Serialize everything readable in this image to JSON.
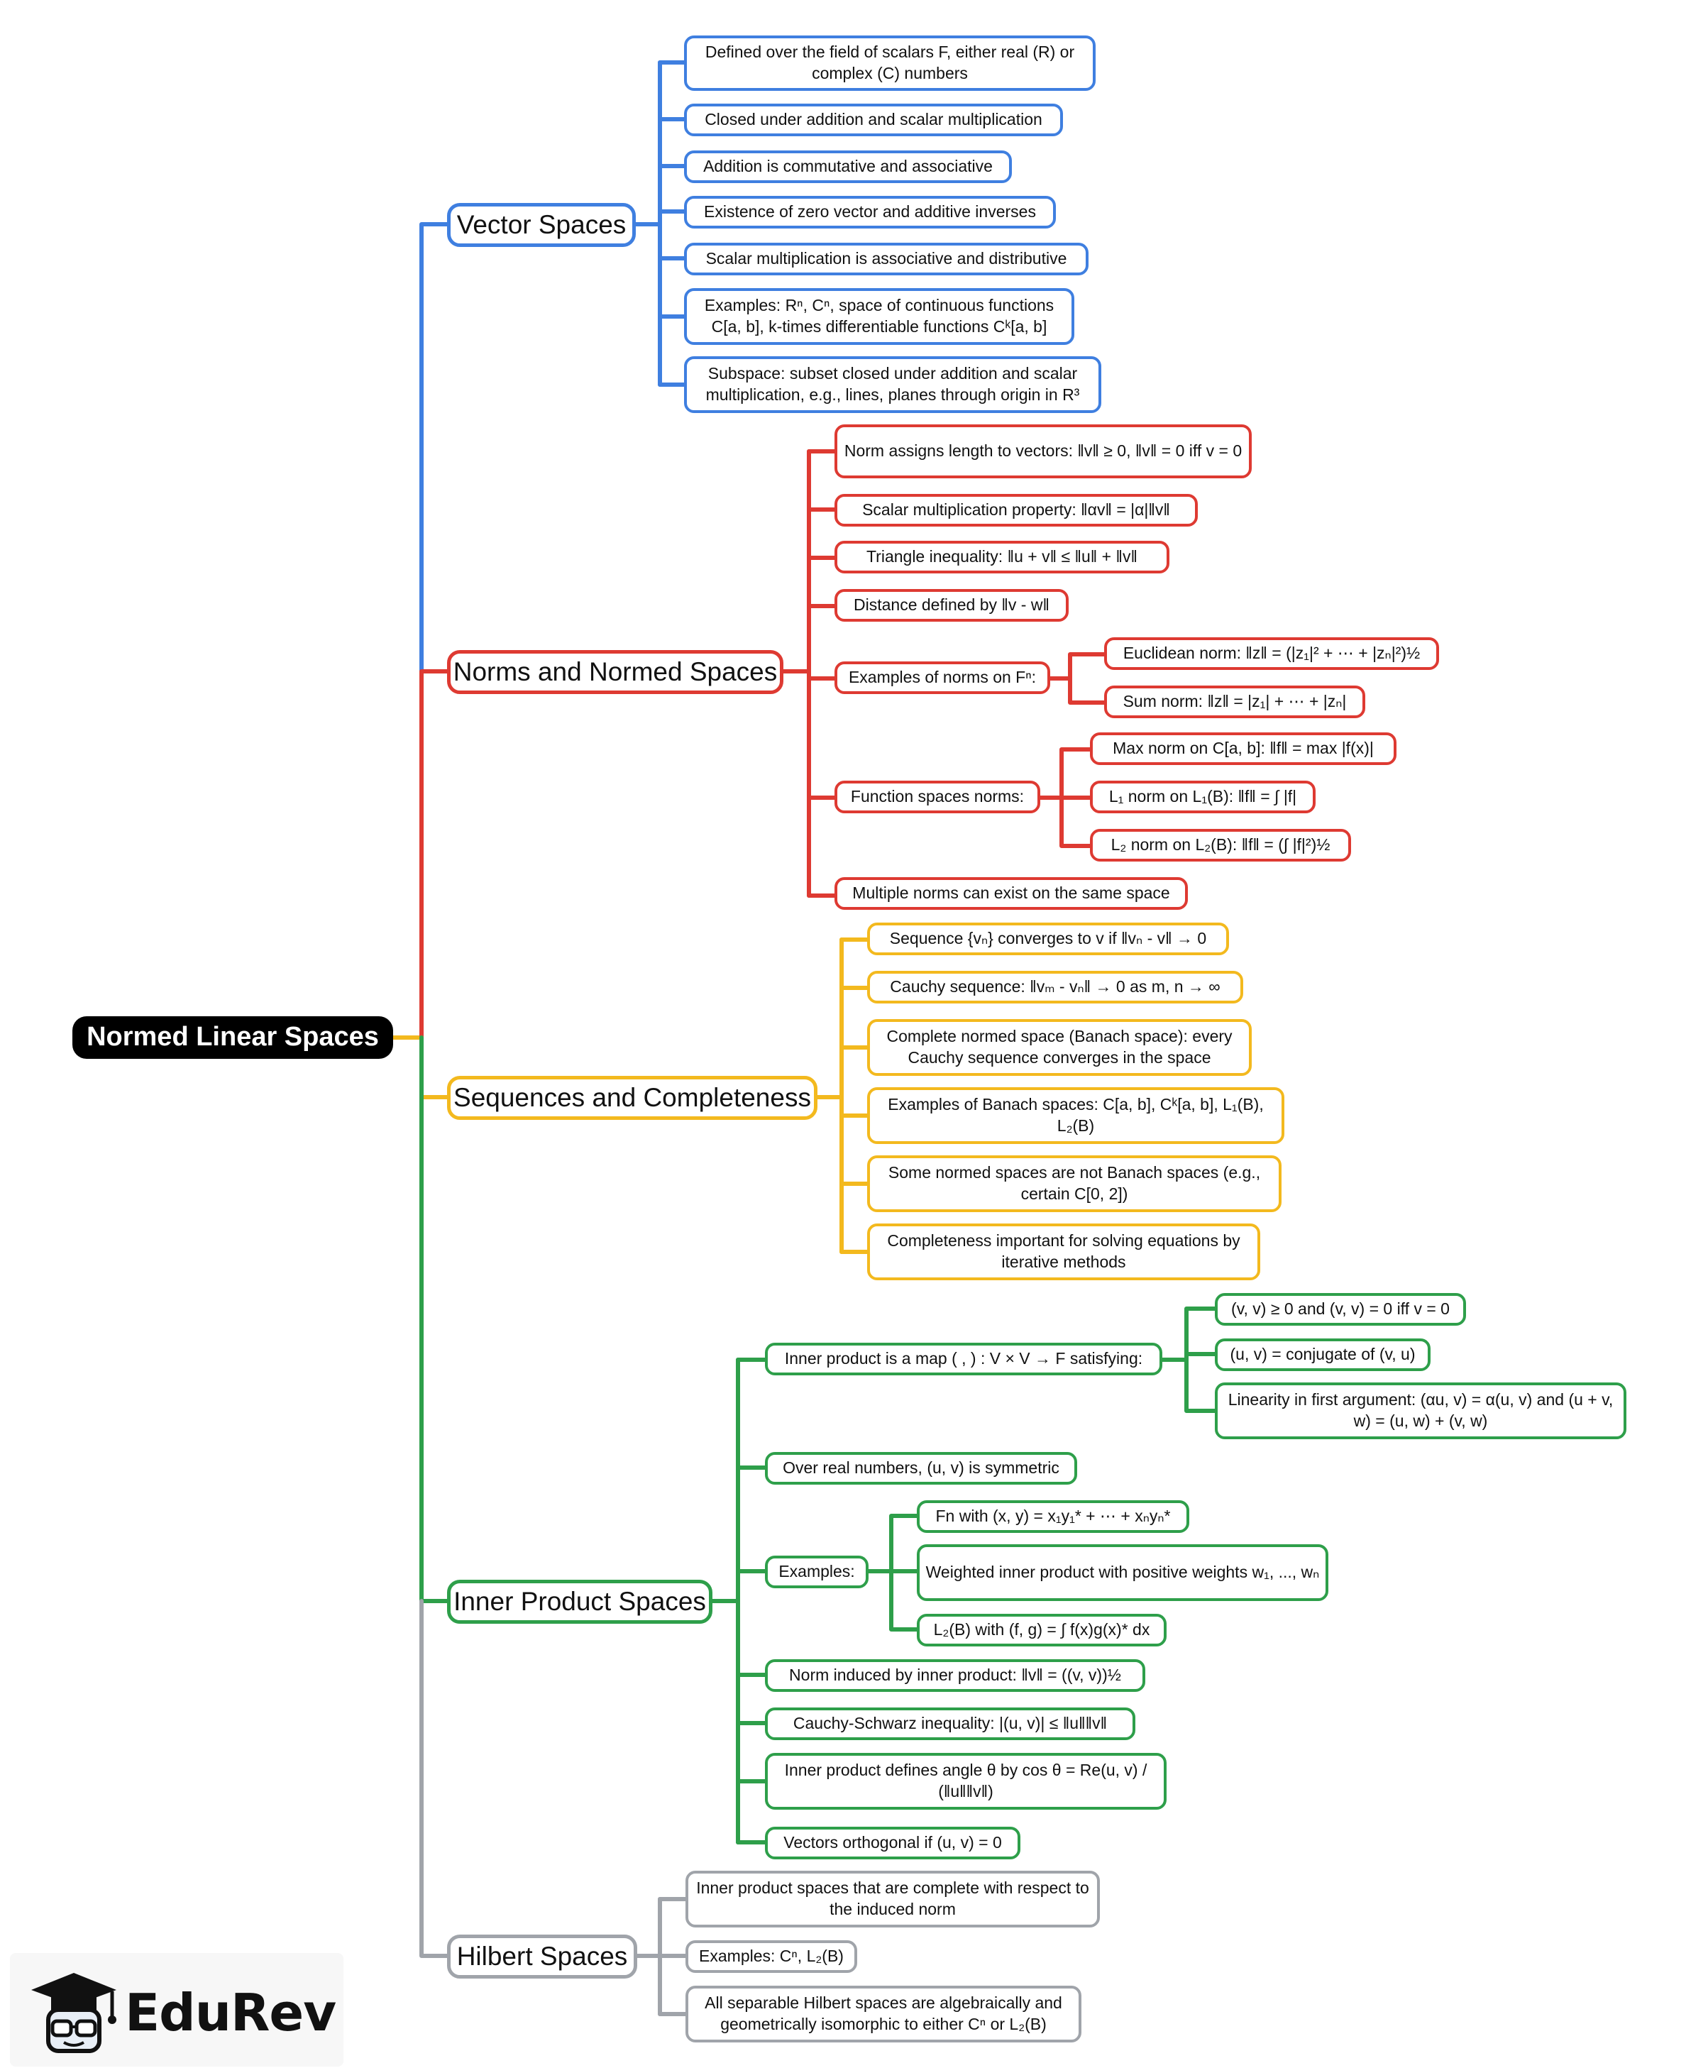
{
  "colors": {
    "blue": "#3f7fe0",
    "red": "#de3a32",
    "yellow": "#f3b91e",
    "green": "#2e9f4a",
    "gray": "#a0a4aa",
    "root_bg": "#000000"
  },
  "root": "Normed Linear Spaces",
  "branches": {
    "vector": {
      "title": "Vector Spaces",
      "items": [
        "Defined over the field of scalars F, either real (R) or complex (C) numbers",
        "Closed under addition and scalar multiplication",
        "Addition is commutative and associative",
        "Existence of zero vector and additive inverses",
        "Scalar multiplication is associative and distributive",
        "Examples: Rⁿ, Cⁿ, space of continuous functions C[a, b], k-times differentiable functions Cᵏ[a, b]",
        "Subspace: subset closed under addition and scalar multiplication, e.g., lines, planes through origin in R³"
      ]
    },
    "norms": {
      "title": "Norms and Normed Spaces",
      "items": [
        "Norm assigns length to vectors: ‖v‖ ≥ 0, ‖v‖ = 0 iff v = 0",
        "Scalar multiplication property: ‖αv‖ = |α|‖v‖",
        "Triangle inequality: ‖u + v‖ ≤ ‖u‖ + ‖v‖",
        "Distance defined by ‖v - w‖",
        "Examples of norms on Fⁿ:",
        "Function spaces norms:",
        "Multiple norms can exist on the same space"
      ],
      "fn_examples": [
        "Euclidean norm: ‖z‖ = (|z₁|² + ⋯ + |zₙ|²)½",
        "Sum norm: ‖z‖ = |z₁| + ⋯ + |zₙ|"
      ],
      "function_norms": [
        "Max norm on C[a, b]: ‖f‖ = max |f(x)|",
        "L₁ norm on L₁(B): ‖f‖ = ∫ |f|",
        "L₂ norm on L₂(B): ‖f‖ = (∫ |f|²)½"
      ]
    },
    "sequences": {
      "title": "Sequences and Completeness",
      "items": [
        "Sequence {vₙ} converges to v if ‖vₙ - v‖ → 0",
        "Cauchy sequence: ‖vₘ - vₙ‖ → 0 as m, n → ∞",
        "Complete normed space (Banach space): every Cauchy sequence converges in the space",
        "Examples of Banach spaces: C[a, b], Cᵏ[a, b], L₁(B), L₂(B)",
        "Some normed spaces are not Banach spaces (e.g., certain C[0, 2])",
        "Completeness important for solving equations by iterative methods"
      ]
    },
    "inner": {
      "title": "Inner Product Spaces",
      "items": [
        "Inner product is a map ( , ) : V × V → F satisfying:",
        "Over real numbers, (u, v) is symmetric",
        "Examples:",
        "Norm induced by inner product: ‖v‖ = ((v, v))½",
        "Cauchy-Schwarz inequality: |(u, v)| ≤ ‖u‖‖v‖",
        "Inner product defines angle θ by cos θ = Re(u, v) / (‖u‖‖v‖)",
        "Vectors orthogonal if (u, v) = 0"
      ],
      "properties": [
        "(v, v) ≥ 0 and (v, v) = 0 iff v = 0",
        "(u, v) = conjugate of (v, u)",
        "Linearity in first argument: (αu, v) = α(u, v) and (u + v, w) = (u, w) + (v, w)"
      ],
      "examples": [
        "Fn with (x, y) = x₁y₁* + ⋯ + xₙyₙ*",
        "Weighted inner product with positive weights w₁, ..., wₙ",
        "L₂(B) with (f, g) = ∫ f(x)g(x)* dx"
      ]
    },
    "hilbert": {
      "title": "Hilbert Spaces",
      "items": [
        "Inner product spaces that are complete with respect to the induced norm",
        "Examples: Cⁿ, L₂(B)",
        "All separable Hilbert spaces are algebraically and geometrically isomorphic to either Cⁿ or L₂(B)"
      ]
    }
  },
  "logo": {
    "text": "EduRev",
    "icon": "graduate-mascot-icon"
  }
}
